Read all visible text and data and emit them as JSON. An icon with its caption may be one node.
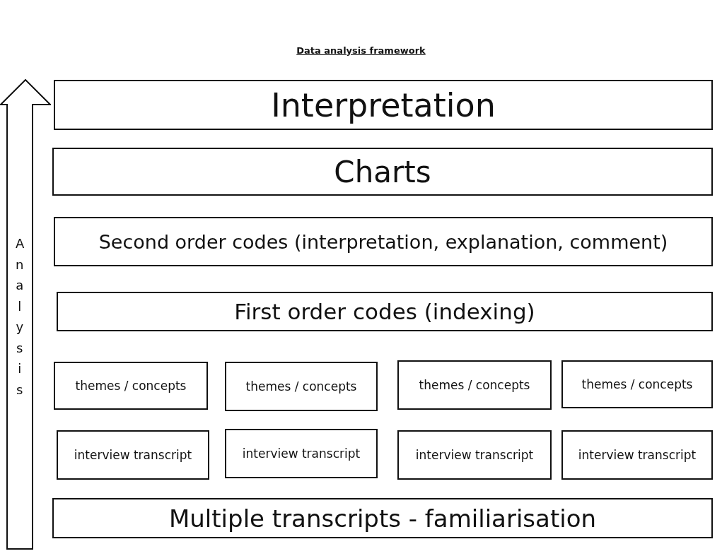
{
  "diagram": {
    "title": "Data analysis framework",
    "nodes": [
      {
        "text": [
          "Interpretation"
        ]
      },
      {
        "text": [
          "Charts"
        ]
      },
      {
        "text": [
          "Second order codes (interpretation, explanation, comment)"
        ]
      },
      {
        "text": [
          "First order codes (indexing)"
        ]
      },
      {
        "text": [
          "themes / concepts"
        ]
      },
      {
        "text": [
          "themes / concepts"
        ]
      },
      {
        "text": [
          "themes / concepts"
        ]
      },
      {
        "text": [
          "themes / concepts"
        ]
      },
      {
        "text": [
          "interview transcript"
        ]
      },
      {
        "text": [
          "interview transcript"
        ]
      },
      {
        "text": [
          "interview transcript"
        ]
      },
      {
        "text": [
          "interview transcript"
        ]
      },
      {
        "text": [
          "Multiple transcripts - familiarisation"
        ]
      },
      {
        "text": [
          "Analysis"
        ]
      }
    ],
    "edges": []
  }
}
